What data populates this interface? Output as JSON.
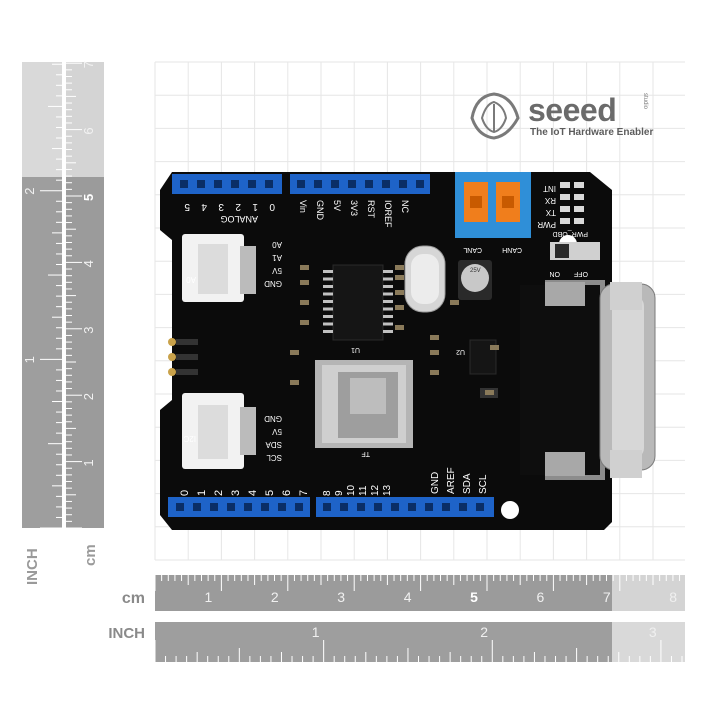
{
  "brand": {
    "name": "seeed",
    "studio": "studio",
    "tagline": "The IoT Hardware Enabler"
  },
  "board": {
    "header_top_left": [
      "0",
      "1",
      "2",
      "3",
      "4",
      "5"
    ],
    "header_top_left_title": "ANALOG",
    "header_top_right": [
      "Vin",
      "GND",
      "5V",
      "3V3",
      "RST",
      "IOREF",
      "NC"
    ],
    "header_bottom": [
      "0",
      "1",
      "2",
      "3",
      "4",
      "5",
      "6",
      "7",
      "8",
      "9",
      "10",
      "11",
      "12",
      "13",
      "GND",
      "AREF",
      "SDA",
      "SCL"
    ],
    "groves": [
      {
        "id": "A0",
        "pins": [
          "GND",
          "5V",
          "A1",
          "A0"
        ]
      },
      {
        "id": "I2C",
        "pins": [
          "GND",
          "5V",
          "SDA",
          "SCL"
        ]
      }
    ],
    "terminal_labels": [
      "CANL",
      "CANH"
    ],
    "leds": [
      "INT",
      "RX",
      "TX",
      "PWR"
    ],
    "switch_title": "PWR_OBD",
    "switch_states": [
      "ON",
      "OFF"
    ],
    "chip_labels": [
      "U1",
      "U2"
    ],
    "sd_label": "TF",
    "cap_label": "25V"
  },
  "rulers": {
    "left_inch_label": "INCH",
    "left_cm_label": "cm",
    "left_cm_ticks": [
      "1",
      "2",
      "3",
      "4",
      "5",
      "6",
      "7"
    ],
    "left_inch_ticks": [
      "1",
      "2"
    ],
    "bottom_cm_label": "cm",
    "bottom_cm_ticks": [
      "1",
      "2",
      "3",
      "4",
      "5",
      "6",
      "7",
      "8"
    ],
    "bottom_inch_label": "INCH",
    "bottom_inch_ticks": [
      "1",
      "2",
      "3"
    ]
  },
  "colors": {
    "pcb": "#0b0b0b",
    "header": "#1e63c8",
    "terminal": "#2f8fd8",
    "terminal_lever": "#f07e1c",
    "ruler": "#9b9b9b",
    "brand": "#6b6b6b"
  }
}
